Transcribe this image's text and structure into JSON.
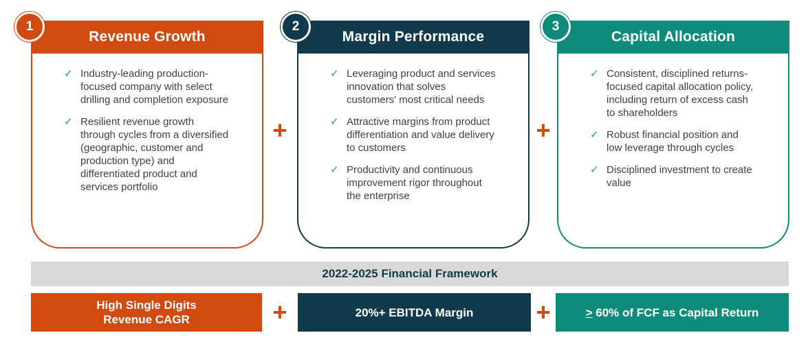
{
  "colors": {
    "orange": "#D04A12",
    "navy": "#113A4C",
    "teal": "#0E8B7B",
    "gray_bar": "#D9D9D9",
    "check_green": "#23A455",
    "body_text": "#3F4042"
  },
  "icons": {
    "check": "✓",
    "plus": "+"
  },
  "cards": [
    {
      "number": "1",
      "title": "Revenue Growth",
      "bullets": [
        "Industry-leading production-focused company with select drilling and completion exposure",
        "Resilient revenue growth through cycles from a diversified (geographic, customer and production type) and differentiated product and services portfolio"
      ]
    },
    {
      "number": "2",
      "title": "Margin Performance",
      "bullets": [
        "Leveraging product and services innovation that solves customers' most critical needs",
        "Attractive margins from product differentiation and value delivery to customers",
        "Productivity and continuous improvement rigor throughout the enterprise"
      ]
    },
    {
      "number": "3",
      "title": "Capital Allocation",
      "bullets": [
        "Consistent, disciplined returns-focused capital allocation policy, including return of excess cash to shareholders",
        "Robust financial position and low leverage through cycles",
        "Disciplined investment to create value"
      ]
    }
  ],
  "framework_bar": {
    "title": "2022-2025 Financial Framework"
  },
  "bottom_row": {
    "boxes": [
      {
        "line1": "High Single Digits",
        "line2": "Revenue CAGR"
      },
      {
        "label": "20%+ EBITDA Margin"
      },
      {
        "gte": ">",
        "label": " 60% of FCF as Capital Return"
      }
    ]
  }
}
